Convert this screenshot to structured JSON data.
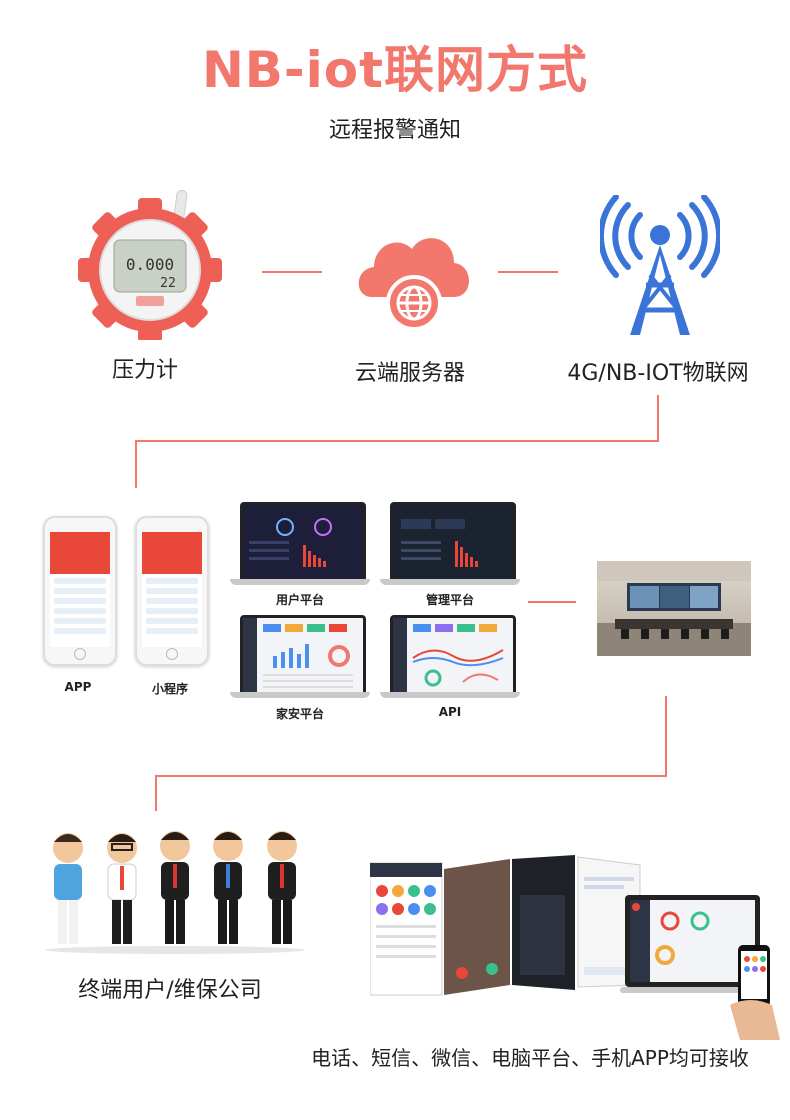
{
  "header": {
    "title": "NB-iot联网方式",
    "subtitle": "远程报警通知"
  },
  "flow_row1": {
    "gauge_label": "压力计",
    "gauge_display_value": "0.000",
    "gauge_display_temp": "22",
    "cloud_label": "云端服务器",
    "tower_label": "4G/NB-IOT物联网"
  },
  "platforms": {
    "app_label": "APP",
    "mini_program_label": "小程序",
    "user_platform_label": "用户平台",
    "admin_platform_label": "管理平台",
    "home_platform_label": "家安平台",
    "api_label": "API"
  },
  "endpoints": {
    "users_label": "终端用户/维保公司",
    "notify_label": "电话、短信、微信、电脑平台、手机APP均可接收"
  },
  "colors": {
    "accent": "#f2786e",
    "gauge_red": "#ee5f56",
    "tower_blue": "#3b74d9"
  }
}
